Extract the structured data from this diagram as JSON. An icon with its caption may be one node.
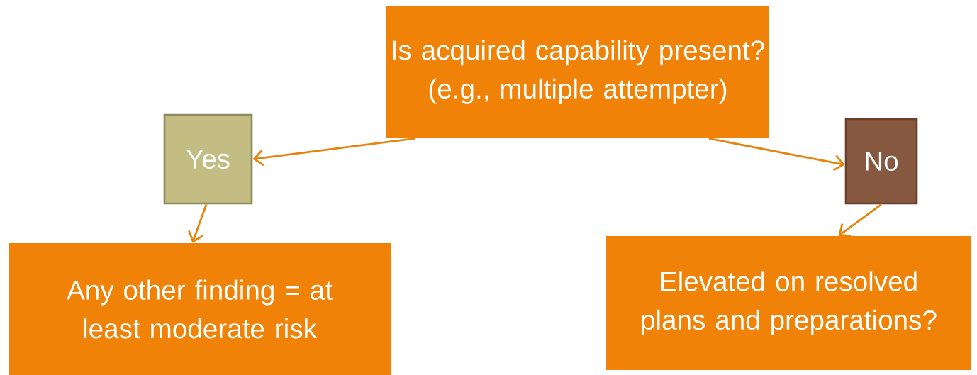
{
  "diagram": {
    "nodes": [
      {
        "text": [
          "Is acquired capability present? (e.g., multiple attempter)"
        ]
      },
      {
        "text": [
          "Yes"
        ]
      },
      {
        "text": [
          "No"
        ]
      },
      {
        "text": [
          "Any other finding = at least moderate risk"
        ]
      },
      {
        "text": [
          "Elevated on resolved plans and preparations?"
        ]
      }
    ],
    "edges": [
      {
        "from": 0,
        "to": 1,
        "arrow": "to"
      },
      {
        "from": 0,
        "to": 2,
        "arrow": "to"
      },
      {
        "from": 1,
        "to": 3,
        "arrow": "to"
      },
      {
        "from": 2,
        "to": 4,
        "arrow": "to"
      }
    ]
  }
}
